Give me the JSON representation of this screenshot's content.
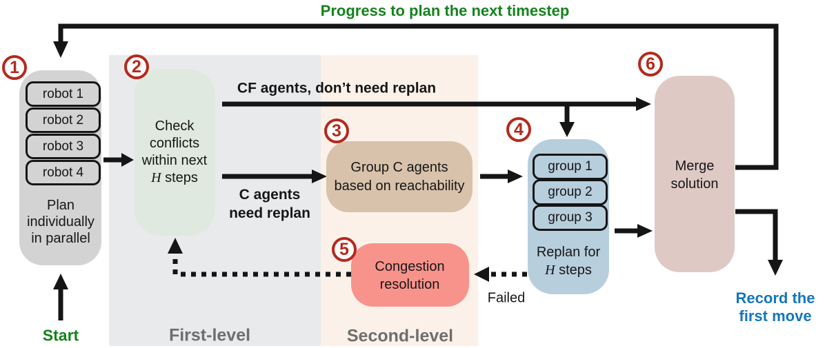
{
  "labels": {
    "progress": "Progress to plan the next timestep",
    "cf": "CF agents, don’t need replan",
    "c_line1": "C agents",
    "c_line2": "need replan",
    "failed": "Failed",
    "start": "Start",
    "record_line1": "Record the",
    "record_line2": "first move",
    "first_level": "First-level",
    "second_level": "Second-level"
  },
  "steps": {
    "s1": {
      "number": "1",
      "robots": [
        "robot 1",
        "robot 2",
        "robot 3",
        "robot 4"
      ],
      "label_lines": [
        "Plan",
        "individually",
        "in parallel"
      ]
    },
    "s2": {
      "number": "2",
      "label_lines": [
        "Check",
        "conflicts",
        "within next"
      ],
      "h_var": "H",
      "h_rest": " steps"
    },
    "s3": {
      "number": "3",
      "label_lines": [
        "Group C agents",
        "based on reachability"
      ]
    },
    "s4": {
      "number": "4",
      "groups": [
        "group 1",
        "group 2",
        "group 3"
      ],
      "label_line": "Replan for",
      "h_var": "H",
      "h_rest": " steps"
    },
    "s5": {
      "number": "5",
      "label_lines": [
        "Congestion",
        "resolution"
      ]
    },
    "s6": {
      "number": "6",
      "label_lines": [
        "Merge",
        "solution"
      ]
    }
  },
  "colors": {
    "circle_red": "#b5291c",
    "green_text": "#15821d",
    "blue_text": "#1377bd",
    "level_label_gray": "#6e6e6e",
    "box_plan_gray": "#d3d3d3",
    "box_check_green": "#dfe9df",
    "box_group_tan": "#d8c2ab",
    "box_replan_blue": "#b7cedd",
    "box_congestion_red": "#f8938c",
    "box_merge_mauve": "#dec9c5",
    "panel_first_gray": "#e9eaec",
    "panel_second_cream": "#fbf1e9",
    "arrow_black": "#151515"
  }
}
